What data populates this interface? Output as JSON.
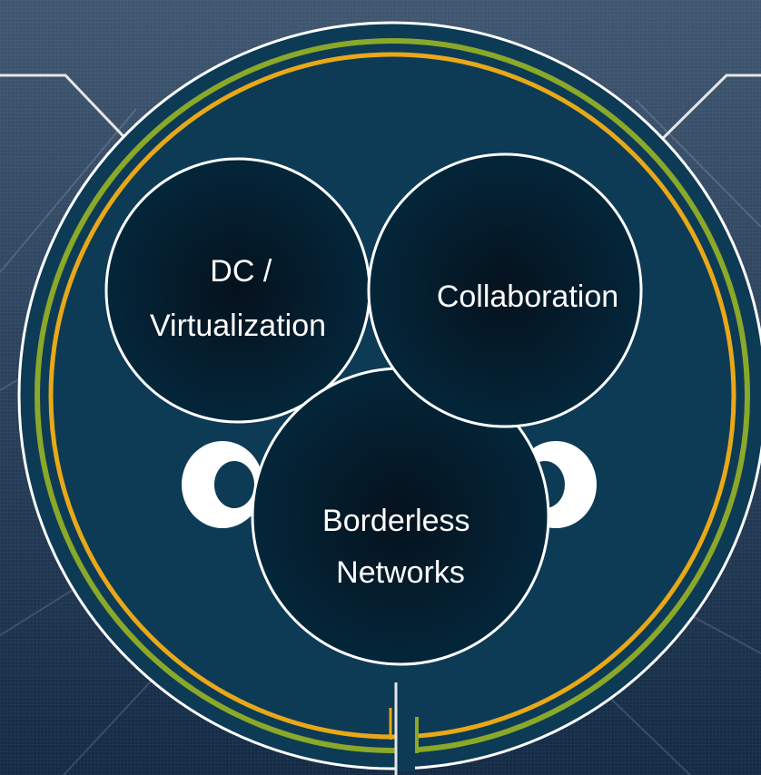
{
  "colors": {
    "background_top": "#3f5670",
    "background_bottom": "#132a44",
    "main_circle_fill": "#0d3b55",
    "inner_circle_edge": "#04263a",
    "inner_circle_core": "#05121d",
    "outline": "#ffffff",
    "ring_green": "#8aa829",
    "ring_orange": "#e8a818",
    "connector_line": "#e6e6e6"
  },
  "circles": {
    "dc_virtualization": {
      "lines": [
        "DC /",
        "Virtualization"
      ]
    },
    "collaboration": {
      "lines": [
        "Collaboration"
      ]
    },
    "borderless_networks": {
      "lines": [
        "Borderless",
        "Networks"
      ]
    }
  }
}
